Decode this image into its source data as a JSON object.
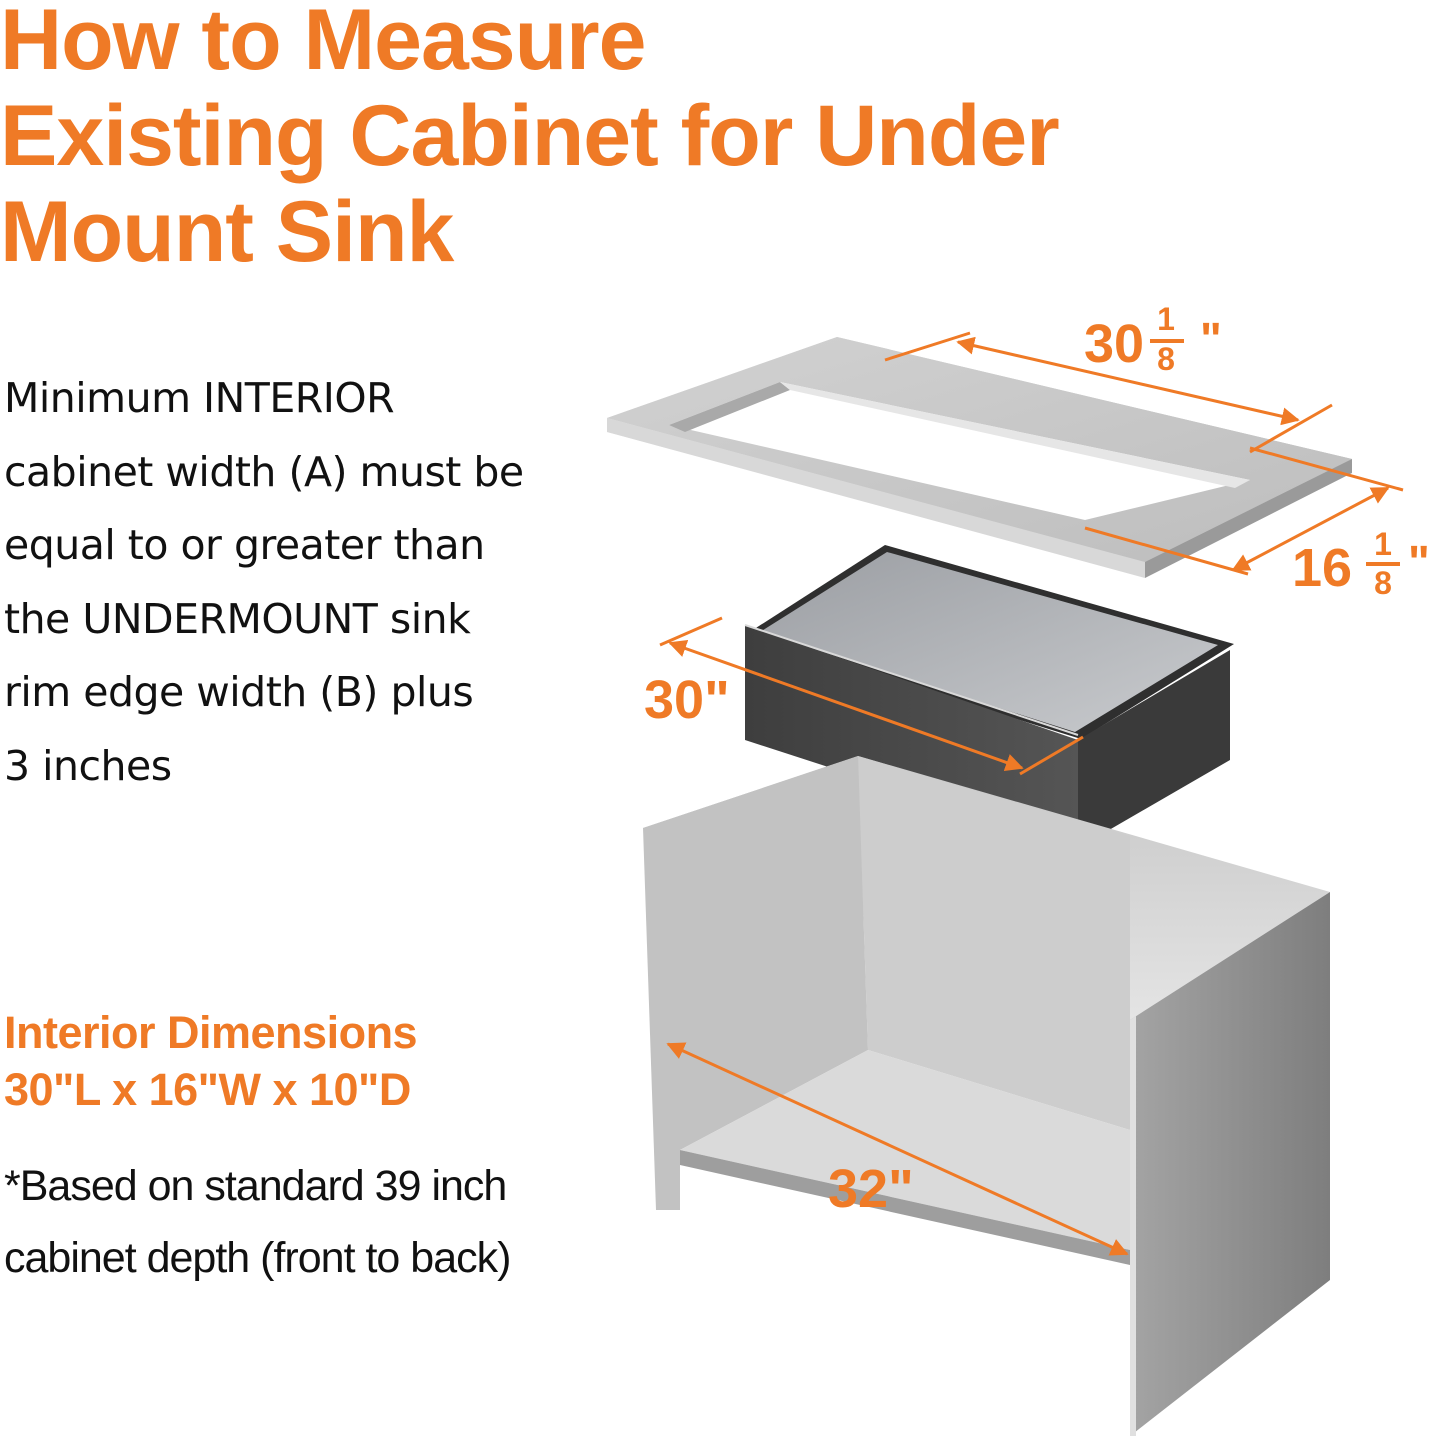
{
  "title": {
    "lines": [
      "How to Measure",
      "Existing Cabinet for Under",
      "Mount Sink"
    ]
  },
  "description": {
    "lines": [
      "Minimum INTERIOR",
      "cabinet width (A) must be",
      "equal to or greater than",
      "the UNDERMOUNT sink",
      "rim edge width (B) plus",
      "3 inches"
    ]
  },
  "interior_dimensions": {
    "heading": "Interior Dimensions",
    "value": "30\"L x 16\"W x 10\"D"
  },
  "footnote": {
    "lines": [
      "*Based on standard 39 inch",
      "cabinet depth (front to back)"
    ]
  },
  "diagram": {
    "countertop_length": {
      "whole": "30",
      "num": "1",
      "den": "8",
      "unit": "\""
    },
    "countertop_width": {
      "whole": "16",
      "num": "1",
      "den": "8",
      "unit": "\""
    },
    "sink_length": "30\"",
    "cabinet_width": "32\""
  },
  "colors": {
    "accent": "#ef7a26",
    "text": "#111111",
    "countertop": "#c9c9c9",
    "sink_exterior": "#4a4a4a",
    "cabinet": "#c4c4c4"
  }
}
